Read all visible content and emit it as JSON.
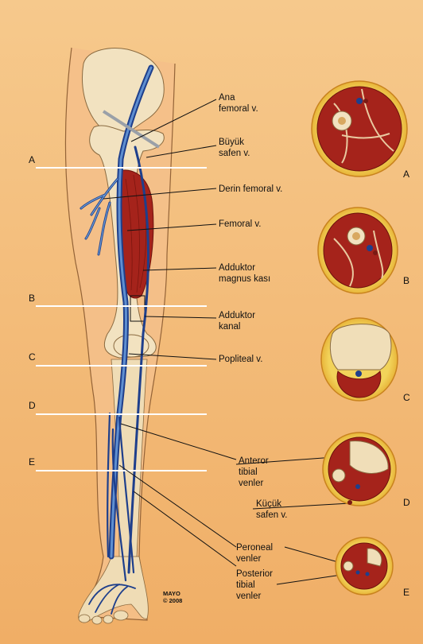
{
  "labels": {
    "ana_femoral": "Ana\nfemoral v.",
    "buyuk_safen": "Büyük\nsafen v.",
    "derin_femoral": "Derin femoral v.",
    "femoral": "Femoral v.",
    "adduktor_magnus": "Adduktor\nmagnus kası",
    "adduktor_kanal": "Adduktor\nkanal",
    "popliteal": "Popliteal v.",
    "anterior_tibial": "Anteror\ntibial\nvenler",
    "kucuk_safen": "Küçük\nsafen v.",
    "peroneal": "Peroneal\nvenler",
    "posterior_tibial": "Posterior\ntibial\nvenler"
  },
  "section_letters_left": [
    "A",
    "B",
    "C",
    "D",
    "E"
  ],
  "section_letters_right": [
    "A",
    "B",
    "C",
    "D",
    "E"
  ],
  "copyright": "MAYO\n© 2008",
  "colors": {
    "background": "#f3b772",
    "vein": "#1e3f8c",
    "vein_light": "#6f9fd6",
    "muscle": "#a5231b",
    "bone": "#f2e7cc",
    "fat": "#f0d04a",
    "section_line": "#ffffff"
  }
}
